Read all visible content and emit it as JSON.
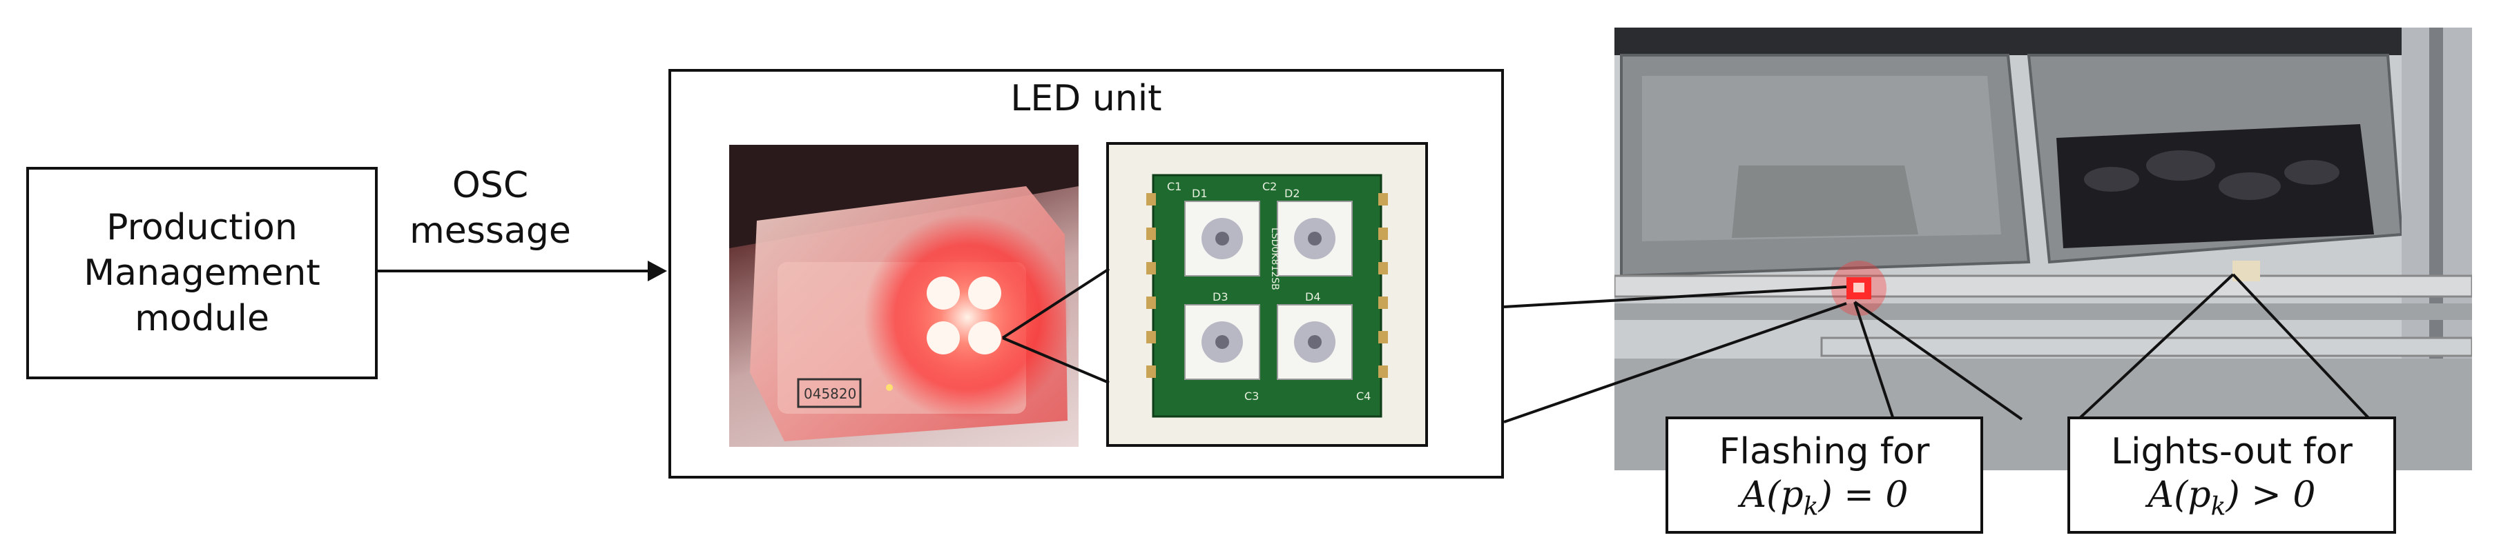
{
  "pm_module": {
    "line1": "Production",
    "line2": "Management",
    "line3": "module"
  },
  "osc_label": {
    "line1": "OSC",
    "line2": "message"
  },
  "led_unit_title": "LED unit",
  "pcb": {
    "leds": [
      "D1",
      "D2",
      "D3",
      "D4"
    ],
    "caps": [
      "C1",
      "C2",
      "C3",
      "C4"
    ],
    "board_text": "LSD0K812SB"
  },
  "device_tag": "045820",
  "callout_flashing": {
    "line1": "Flashing for",
    "formula": "A(p_k) = 0"
  },
  "callout_lightsout": {
    "line1": "Lights-out for",
    "formula": "A(p_k) > 0"
  },
  "colors": {
    "led_red": "#ff2a2a",
    "pcb_green": "#1f6a2e",
    "bin_gray": "#8a8d90"
  }
}
